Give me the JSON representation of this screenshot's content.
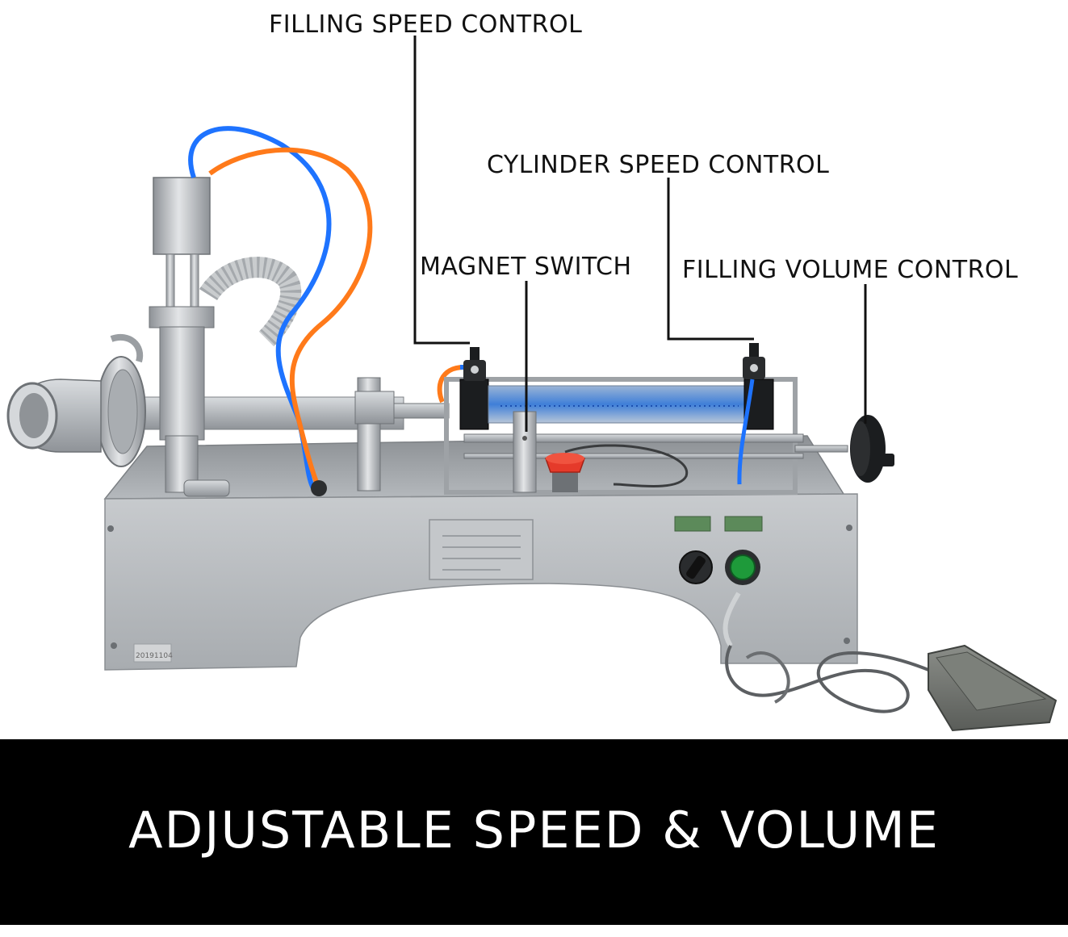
{
  "callouts": {
    "filling_speed_control": "FILLING SPEED CONTROL",
    "cylinder_speed_control": "CYLINDER SPEED CONTROL",
    "magnet_switch": "MAGNET SWITCH",
    "filling_volume_control": "FILLING VOLUME CONTROL"
  },
  "banner": {
    "text": "ADJUSTABLE SPEED & VOLUME"
  },
  "machine": {
    "nameplate_date": "20191104"
  },
  "colors": {
    "banner_bg": "#000000",
    "banner_text": "#ffffff",
    "steel": "#b9bcbf",
    "blue_tube": "#1e73ff",
    "orange_tube": "#ff7a1a",
    "red_stop": "#e53a2a",
    "green_button": "#1e9a3a",
    "pedal": "#6f726d"
  }
}
